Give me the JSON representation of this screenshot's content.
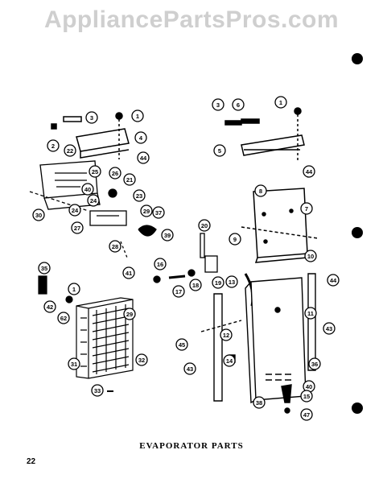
{
  "watermark": "AppliancePartsPros.com",
  "caption": "EVAPORATOR PARTS",
  "page_number": "22",
  "callouts": [
    "1",
    "2",
    "3",
    "4",
    "44",
    "22",
    "25",
    "26",
    "21",
    "40",
    "24",
    "23",
    "29",
    "37",
    "30",
    "24",
    "27",
    "28",
    "39",
    "41",
    "3",
    "6",
    "1",
    "5",
    "44",
    "8",
    "7",
    "9",
    "10",
    "20",
    "18",
    "19",
    "16",
    "17",
    "13",
    "35",
    "1",
    "42",
    "29",
    "62",
    "32",
    "31",
    "33",
    "44",
    "11",
    "43",
    "12",
    "45",
    "14",
    "43",
    "36",
    "40",
    "15",
    "38",
    "47"
  ]
}
